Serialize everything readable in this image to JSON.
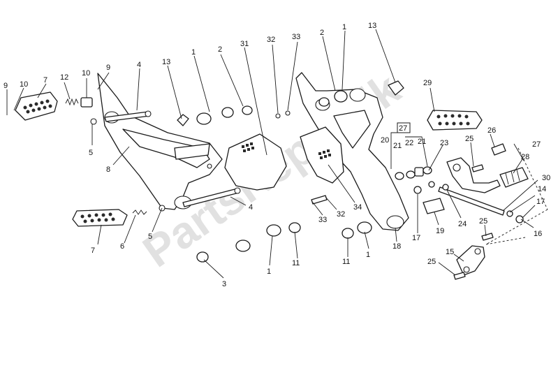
{
  "watermark": "PartsRepublik",
  "callouts": [
    {
      "id": "c-9a",
      "text": "9"
    },
    {
      "id": "c-10a",
      "text": "10"
    },
    {
      "id": "c-7a",
      "text": "7"
    },
    {
      "id": "c-12",
      "text": "12"
    },
    {
      "id": "c-10b",
      "text": "10"
    },
    {
      "id": "c-9b",
      "text": "9"
    },
    {
      "id": "c-4a",
      "text": "4"
    },
    {
      "id": "c-13a",
      "text": "13"
    },
    {
      "id": "c-1a",
      "text": "1"
    },
    {
      "id": "c-2a",
      "text": "2"
    },
    {
      "id": "c-31",
      "text": "31"
    },
    {
      "id": "c-32a",
      "text": "32"
    },
    {
      "id": "c-33a",
      "text": "33"
    },
    {
      "id": "c-2b",
      "text": "2"
    },
    {
      "id": "c-1b",
      "text": "1"
    },
    {
      "id": "c-13b",
      "text": "13"
    },
    {
      "id": "c-29",
      "text": "29"
    },
    {
      "id": "c-5a",
      "text": "5"
    },
    {
      "id": "c-8",
      "text": "8"
    },
    {
      "id": "c-27a",
      "text": "27"
    },
    {
      "id": "c-20",
      "text": "20"
    },
    {
      "id": "c-21a",
      "text": "21"
    },
    {
      "id": "c-22",
      "text": "22"
    },
    {
      "id": "c-21b",
      "text": "21"
    },
    {
      "id": "c-23",
      "text": "23"
    },
    {
      "id": "c-25a",
      "text": "25"
    },
    {
      "id": "c-26",
      "text": "26"
    },
    {
      "id": "c-27b",
      "text": "27"
    },
    {
      "id": "c-28",
      "text": "28"
    },
    {
      "id": "c-30",
      "text": "30"
    },
    {
      "id": "c-4b",
      "text": "4"
    },
    {
      "id": "c-33b",
      "text": "33"
    },
    {
      "id": "c-32b",
      "text": "32"
    },
    {
      "id": "c-34",
      "text": "34"
    },
    {
      "id": "c-14",
      "text": "14"
    },
    {
      "id": "c-17a",
      "text": "17"
    },
    {
      "id": "c-7b",
      "text": "7"
    },
    {
      "id": "c-6",
      "text": "6"
    },
    {
      "id": "c-5b",
      "text": "5"
    },
    {
      "id": "c-3",
      "text": "3"
    },
    {
      "id": "c-1c",
      "text": "1"
    },
    {
      "id": "c-11a",
      "text": "11"
    },
    {
      "id": "c-11b",
      "text": "11"
    },
    {
      "id": "c-1d",
      "text": "1"
    },
    {
      "id": "c-18",
      "text": "18"
    },
    {
      "id": "c-17b",
      "text": "17"
    },
    {
      "id": "c-19",
      "text": "19"
    },
    {
      "id": "c-24",
      "text": "24"
    },
    {
      "id": "c-25b",
      "text": "25"
    },
    {
      "id": "c-16",
      "text": "16"
    },
    {
      "id": "c-15",
      "text": "15"
    },
    {
      "id": "c-25c",
      "text": "25"
    }
  ]
}
